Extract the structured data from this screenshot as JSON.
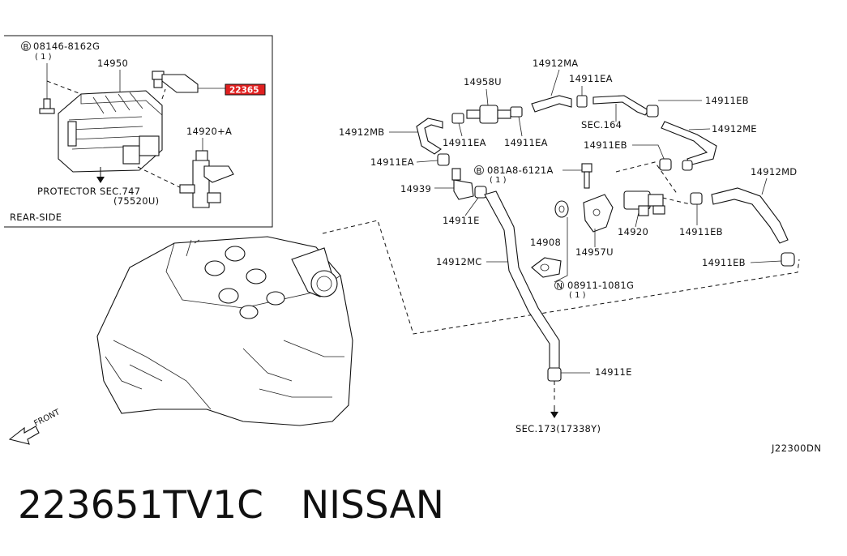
{
  "inset": {
    "heading": "REAR-SIDE",
    "bolt": {
      "circle_letter": "B",
      "part_no": "08146-8162G",
      "qty": "( 1 )"
    },
    "canister_part": "14950",
    "highlighted_part": "22365",
    "valve_part": "14920+A",
    "protector_label": "PROTECTOR SEC.747",
    "protector_sub": "(75520U)"
  },
  "parts": {
    "p14958U": "14958U",
    "p14912MA": "14912MA",
    "p14911EA_top": "14911EA",
    "p14911EB_top": "14911EB",
    "p14912MB": "14912MB",
    "p14911EA_a": "14911EA",
    "p14911EA_b": "14911EA",
    "sec164": "SEC.164",
    "p14912ME": "14912ME",
    "p14911EB_mid": "14911EB",
    "p14911EA_c": "14911EA",
    "bolt2_letter": "B",
    "bolt2_part": "081A8-6121A",
    "bolt2_qty": "( 1 )",
    "p14912MD": "14912MD",
    "p14939": "14939",
    "p14911E_a": "14911E",
    "p14920": "14920",
    "p14911EB_c": "14911EB",
    "p14908": "14908",
    "p14957U": "14957U",
    "p14912MC": "14912MC",
    "p14911EB_d": "14911EB",
    "nut_letter": "N",
    "nut_part": "08911-1081G",
    "nut_qty": "( 1 )",
    "p14911E_b": "14911E",
    "sec173": "SEC.173(17338Y)",
    "front": "FRONT",
    "drawing_code": "J22300DN"
  },
  "caption": {
    "part_number": "223651TV1C",
    "brand": "NISSAN"
  },
  "colors": {
    "highlight": "#e02020",
    "ink": "#111111"
  }
}
